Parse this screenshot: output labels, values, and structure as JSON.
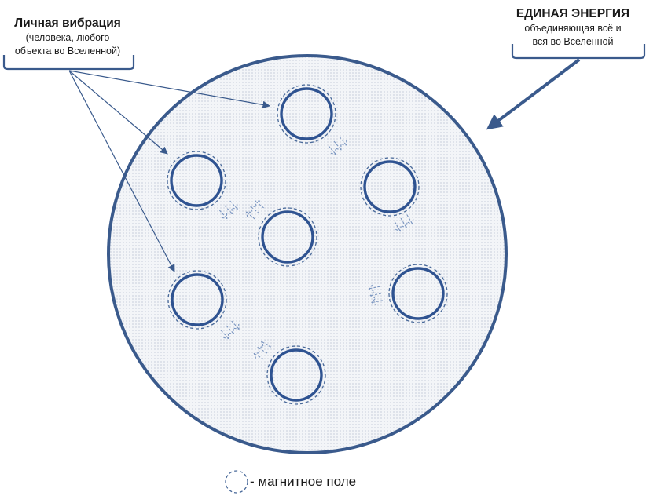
{
  "left_label": {
    "title": "Личная вибрация",
    "line1": "(человека, любого",
    "line2": "объекта во Вселенной)"
  },
  "right_label": {
    "title": "ЕДИНАЯ ЭНЕРГИЯ",
    "line1": "объединяющая всё и",
    "line2": "вся во Вселенной"
  },
  "legend": {
    "text": "- магнитное  поле"
  },
  "colors": {
    "outline": "#3a5a8c",
    "dashed": "#4a6a9a",
    "arrow": "#7a95c0",
    "dots": "#aab4c6"
  }
}
